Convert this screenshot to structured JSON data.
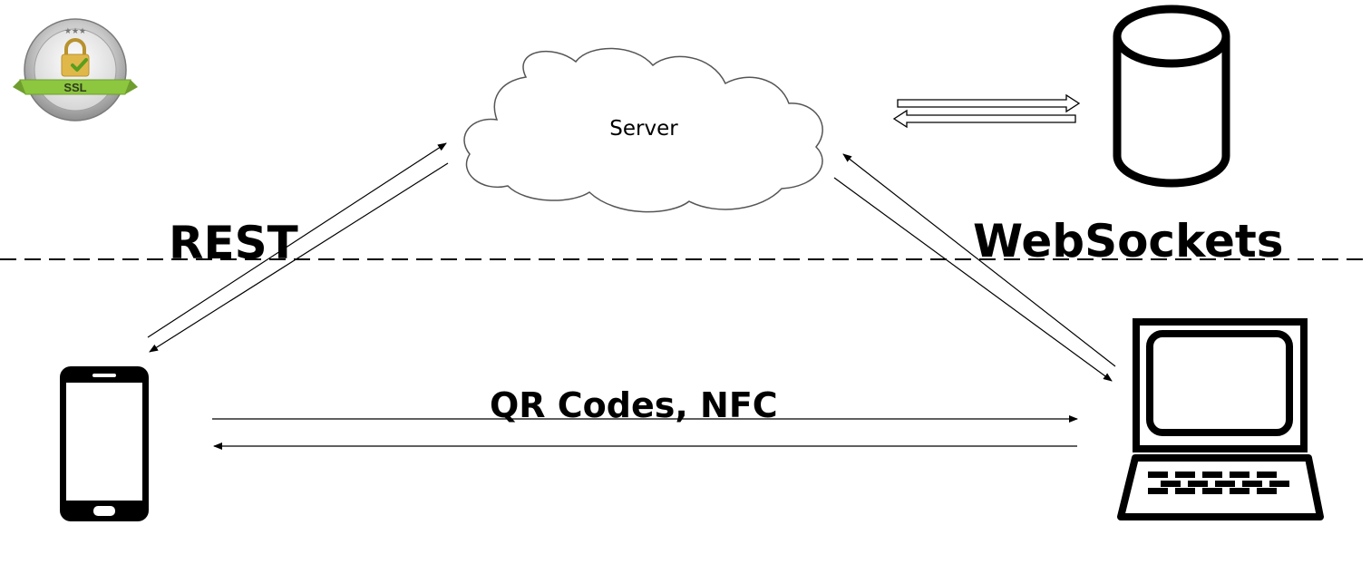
{
  "server": {
    "label": "Server"
  },
  "badge": {
    "text": "SSL",
    "stars": "★★★"
  },
  "labels": {
    "rest": "REST",
    "websockets": "WebSockets",
    "local": "QR Codes, NFC"
  },
  "icons": {
    "cloud": "cloud-icon",
    "database": "database-icon",
    "phone": "smartphone-icon",
    "laptop": "laptop-icon",
    "ssl": "ssl-badge-icon"
  },
  "colors": {
    "stroke": "#000000",
    "badge_green": "#8dc63f",
    "badge_gold": "#e0b84a"
  }
}
